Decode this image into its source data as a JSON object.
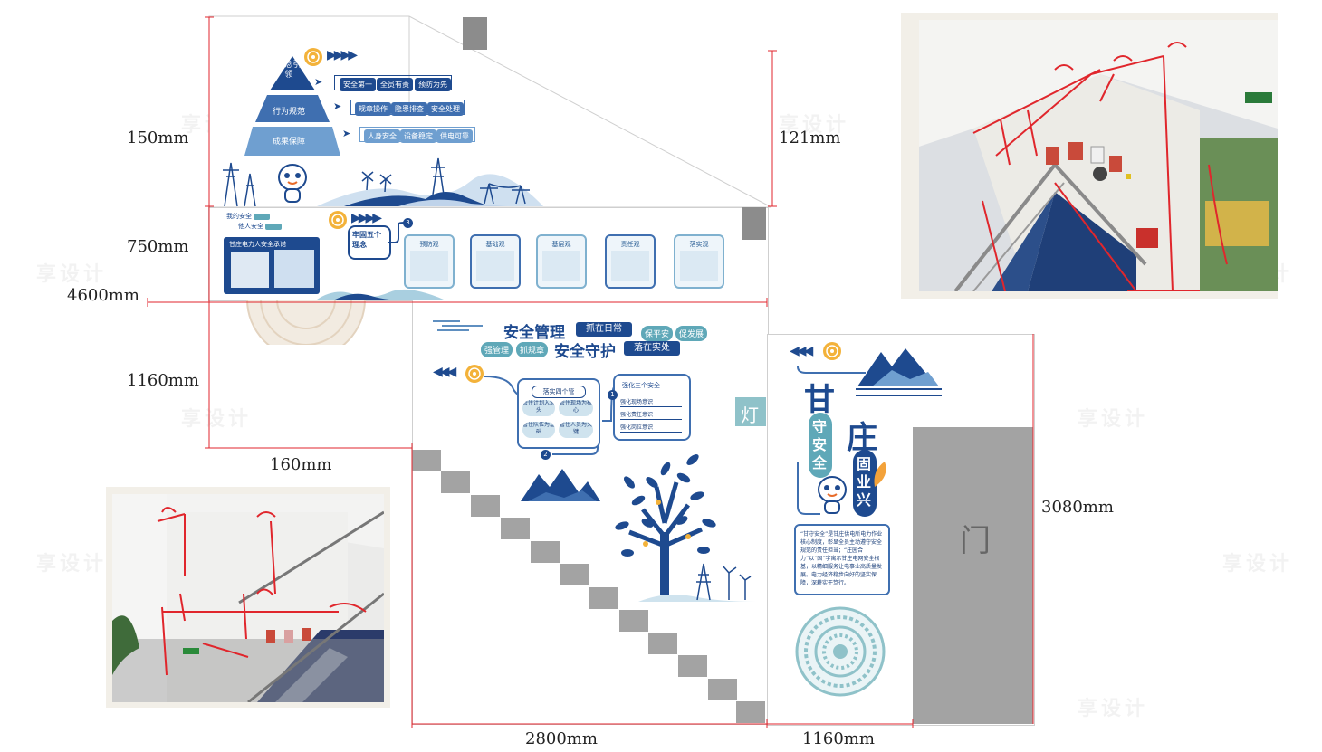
{
  "dimensions": {
    "d150": "150mm",
    "d121": "121mm",
    "d750": "750mm",
    "d4600": "4600mm",
    "d1160_left": "1160mm",
    "d160": "160mm",
    "d2800": "2800mm",
    "d1160_bottom": "1160mm",
    "d3080": "3080mm"
  },
  "top_panel": {
    "pyramid": [
      "理念引领",
      "行为规范",
      "成果保障"
    ],
    "row1": [
      "安全第一",
      "全员有责",
      "预防为先"
    ],
    "row2": [
      "规章操作",
      "隐患排查",
      "安全处理"
    ],
    "row3": [
      "人身安全",
      "设备稳定",
      "供电可靠"
    ]
  },
  "band_panel": {
    "slogan1": "我的安全",
    "slogan2": "他人安全",
    "board_title": "甘庄电力人安全承诺",
    "concept_title": "牢固五个理念",
    "cards": [
      "预防观",
      "基础观",
      "基层观",
      "责任观",
      "落实观"
    ]
  },
  "middle_panel": {
    "title1": "安全管理",
    "title1_script": "抓在日常",
    "title2": "安全守护",
    "title2_script": "落在实处",
    "tag1": "保平安",
    "tag2": "促发展",
    "tag3": "强管理",
    "tag4": "抓规章",
    "box_left_title": "落实四个管",
    "box_left_items": [
      "管住计划入源头",
      "管住现场为核心",
      "管住队伍为基础",
      "管住人员为关键"
    ],
    "box_right_title": "强化三个安全",
    "box_right_items": [
      "强化现场意识",
      "强化责任意识",
      "强化岗位意识"
    ]
  },
  "right_panel": {
    "big1": "甘",
    "big2": "庄",
    "vertical1": "守安全",
    "vertical2": "固业兴",
    "lamp": "灯",
    "door": "门",
    "body_text": "“甘守安全”是甘庄供电所电力作业核心制度，彰显全员主动遵守安全规范的责任担当；“庄园合力”以“固”字寓示甘庄电网安全根基，以精细服务让电事业高质量发展。电力经济稳步向好的坚实保障，深耕实干笃行。"
  },
  "colors": {
    "navy": "#1e4a8f",
    "teal": "#5fa8b8",
    "light_blue": "#cfe3ee",
    "step_gray": "#a3a3a3",
    "door_gray": "#a3a3a3",
    "annotation_red": "#e0262c"
  },
  "watermark": "享设计"
}
